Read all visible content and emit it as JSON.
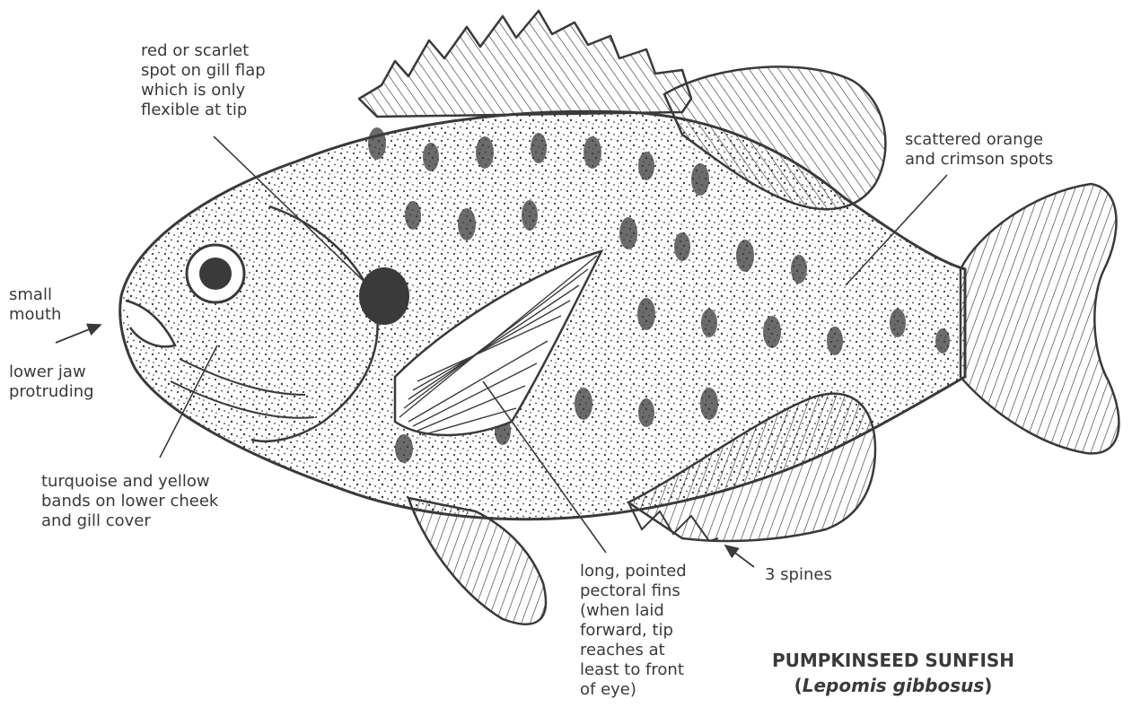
{
  "labels": {
    "gill_spot": "red or scarlet\nspot on gill flap\nwhich is only\nflexible at tip",
    "small_mouth": "small\nmouth",
    "lower_jaw": "lower jaw\nprotruding",
    "cheek_bands": "turquoise and yellow\nbands on lower cheek\nand gill cover",
    "pectoral_fins": "long, pointed\npectoral fins\n(when laid\nforward, tip\nreaches at\nleast to front\nof eye)",
    "scattered_spots": "scattered orange\nand crimson spots",
    "spines": "3 spines"
  },
  "title": {
    "common_name": "PUMPKINSEED SUNFISH",
    "open_paren": "(",
    "scientific_name": "Lepomis gibbosus",
    "close_paren": ")"
  },
  "colors": {
    "ink": "#3a3a3a",
    "background": "#ffffff"
  }
}
